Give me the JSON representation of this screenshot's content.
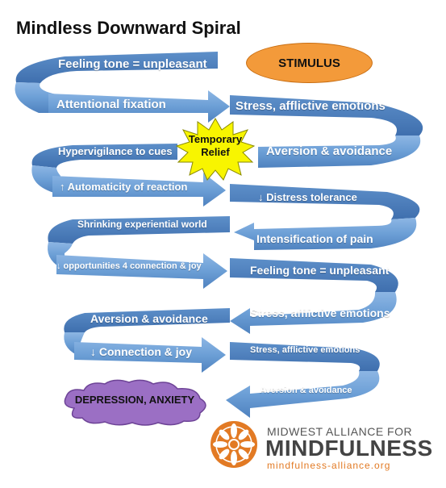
{
  "title": "Mindless Downward Spiral",
  "stimulus": "STIMULUS",
  "relief": [
    "Temporary",
    "Relief"
  ],
  "labels": {
    "l1": "Feeling tone = unpleasant",
    "l2": "Attentional fixation",
    "l3": "Stress, afflictive emotions",
    "l4": "Hypervigilance to cues",
    "l5": "Aversion & avoidance",
    "l6": "↑ Automaticity of reaction",
    "l7": "↓ Distress tolerance",
    "l8": "Shrinking experiential world",
    "l9": "Intensification of pain",
    "l10": "↓ opportunities 4 connection & joy",
    "l11": "Feeling tone = unpleasant",
    "l12": "Aversion & avoidance",
    "l13": "Stress, afflictive emotions",
    "l14": "↓ Connection & joy",
    "l15": "Stress, afflictive emotions",
    "l16": "Aversion & avoidance"
  },
  "end_state": "DEPRESSION, ANXIETY",
  "brand": {
    "line1": "MIDWEST ALLIANCE FOR",
    "line2": "MINDFULNESS",
    "url": "mindfulness-alliance.org"
  },
  "colors": {
    "ribbon": "#6fa0d6",
    "stimulus": "#f39a3a",
    "relief": "#f8f500",
    "cloud": "#9b6fc4",
    "brand_orange": "#e27a24"
  }
}
